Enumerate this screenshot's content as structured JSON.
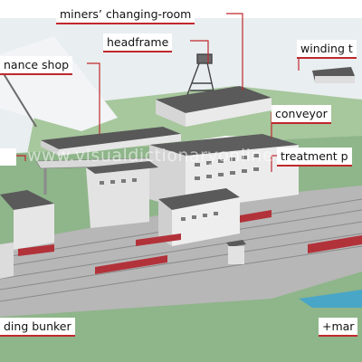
{
  "labels": {
    "changing_room": "miners’ changing-room",
    "headframe": "headframe",
    "winding": "winding t",
    "maintenance": "nance shop",
    "conveyor": "conveyor",
    "treatment": "treatment p",
    "bunker": "ding bunker",
    "more": "+mar"
  },
  "watermark": "www.visualdictionaryonline",
  "colors": {
    "leader": "#c0282e",
    "ground": "#8fb58a",
    "rail": "#9a9a9a",
    "building": "#e4e4e4",
    "roof": "#5a5a5a",
    "train": "#b2323a",
    "water": "#4aa6c7"
  }
}
